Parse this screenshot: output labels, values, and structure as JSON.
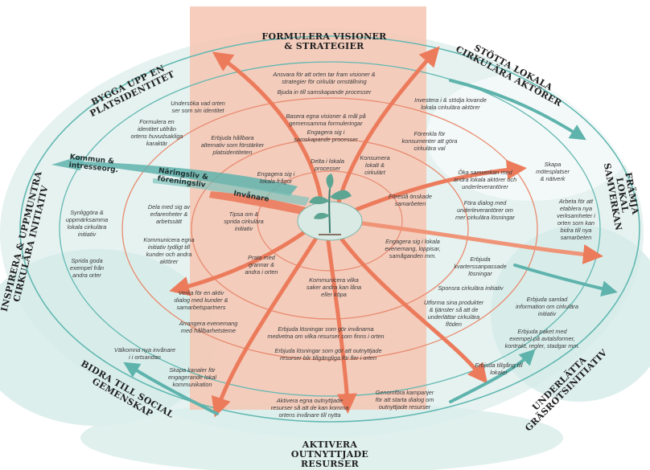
{
  "colors": {
    "salmon_panel": "#f6c6b3",
    "coral_arrow": "#ec7b5c",
    "teal_arrow": "#5fb3ad",
    "teal_ring": "#63b8b2",
    "coral_ring": "#e98a6e",
    "watercolor": "#d7ece9"
  },
  "headings": {
    "top": "FORMULERA VISIONER\n& STRATEGIER",
    "top_right": "STÖTTA LOKALA\nCIRKULÄRA AKTÖRER",
    "right": "FRÄMJA\nLOKAL SAMVERKAN",
    "bottom_right": "UNDERLÄTTA\nGRÄSROTSINITIATIV",
    "bottom": "AKTIVERA OUTNYTTJADE\nRESURSER",
    "bottom_left": "BIDRA TILL SOCIAL\nGEMENSKAP",
    "left": "INSPIRERA & UPPMUNTRA\nCIRKULÄRA INITIATIV",
    "top_left": "BYGGA UPP EN\nPLATSIDENTITET"
  },
  "bands": {
    "kommun": "Kommun &\nintresseorg.",
    "naringsliv": "Näringsliv &\nföreningsliv",
    "invanare": "Invånare"
  },
  "labels": {
    "top_1": "Ansvara för att orten tar fram visioner &\nstrategier för cirkulär omställning",
    "top_2": "Bjuda in till samskapande processer",
    "top_3": "Basera egna visioner & mål på\ngemensamma formuleringar",
    "top_4": "Engagera sig i\nsamskapande processer",
    "center_1": "Delta i lokala\nprocesser",
    "center_2": "Konsumera\nlokalt &\ncirkulärt",
    "tr_1": "Investera i & stödja lovande\nlokala cirkulära aktörer",
    "tr_2": "Förenkla för\nkonsumenter att göra\ncirkulära val",
    "tl_1": "Undersöka vad orten\nser som sin identitet",
    "tl_2": "Formulera en\nidentitet utifrån\nortens huvudsakliga\nkaraktär",
    "tl_3": "Erbjuda hållbara\nalternativ som förstärker\nplatsidentiteten",
    "tl_4": "Engagera sig i\nlokala frågor",
    "r_1": "Skapa\nmötesplatser\n& nätverk",
    "r_2": "Arbeta för att\netablera nya\nverksamheter i\norten som kan\nbidra till nya\nsamarbeten",
    "r_3": "Öka samverkan med\nandra lokala aktörer och\nunderleverantörer",
    "r_4": "Föra dialog med\nunderleverantörer om\nmer cirkulära lösningar",
    "r_5": "Föreslå önskade\nsamarbeten",
    "l_1": "Synliggöra &\nuppmärksamma\nlokala cirkulära\ninitiativ",
    "l_2": "Sprida goda\nexempel från\nandra orter",
    "l_3": "Dela med sig av\nerfarenheter &\narbetssätt",
    "l_4": "Kommunicera egna\ninitiativ tydligt till\nkunder och andra\naktörer",
    "l_5": "Tipsa om &\nsprida cirkulära\ninitiativ",
    "br_1": "Engagera sig i lokala\nevenemang, loppisar,\nsamåganden mm.",
    "br_2": "Erbjuda\nkvarterssanpassade\nlösningar",
    "br_3": "Sponsra cirkulära initiativ",
    "br_4": "Utforma sina produkter\n& tjänster så att de\nunderlättar cirkulära\nflöden",
    "br_5": "Erbjuda samlad\ninformation om cirkulära\ninitiativ",
    "br_6": "Erbjuda paket med\nexempel på avtalsformer,\nkontrakt, regler, stadgar mm.",
    "br_7": "Erbjuda tillgång till\nlokaler",
    "bl_1": "Prata med\ngrannar &\nandra i orten",
    "bl_2": "Verka för en aktiv\ndialog med kunder &\nsamarbetspartners",
    "bl_3": "Arrangera evenemang\nmed hållbarhetsteme",
    "bl_4": "Välkomna nya invånare\ni i ortsandan",
    "bl_5": "Skapa kanaler för\nengagerande lokal\nkommunikation",
    "b_1": "Kommunicera vilka\nsaker andra kan låna\neller köpa",
    "b_2": "Erbjuda lösningar som gör invånarna\nmedvetna om vilka resurser som finns i orten",
    "b_3": "Erbjuda lösningar som gör att outnyttjade\nresurser blir tillgängliga för fler i orten",
    "b_4": "Aktivera egna outnyttjade\nresurser så att de kan komma\nortens invånare till nytta",
    "b_5": "Genomföra kampanjer\nför att starta dialog om\noutnyttjade resurser"
  }
}
